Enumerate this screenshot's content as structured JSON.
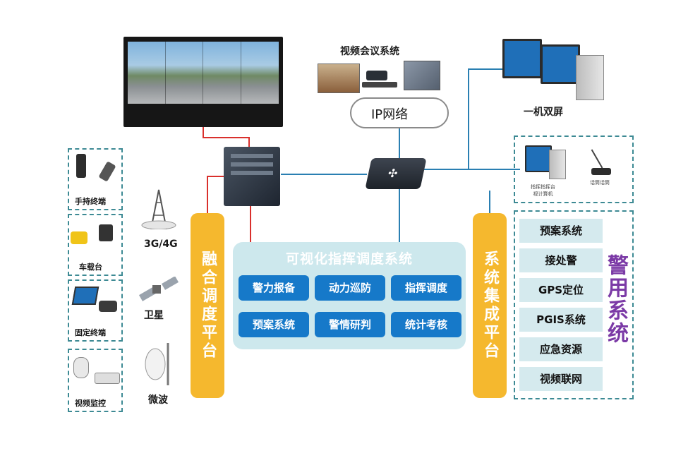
{
  "diagram": {
    "video_conference_label": "视频会议系统",
    "ip_network_label": "IP网络",
    "dual_screen_label": "一机双屏",
    "dispatch_pc_label": "指挥指挥台\n视计算机",
    "microphone_label": "话筒话筒",
    "left_devices": {
      "handheld_label": "手持终端",
      "vehicle_label": "车载台",
      "fixed_label": "固定终端",
      "video_monitor_label": "视频监控"
    },
    "links_labels": {
      "cellular_label": "3G/4G",
      "satellite_label": "卫星",
      "microwave_label": "微波"
    },
    "fusion_platform_label": "融合调度平台",
    "integration_platform_label": "系统集成平台",
    "central_system": {
      "title": "可视化指挥调度系统",
      "modules": [
        "警力报备",
        "动力巡防",
        "指挥调度",
        "预案系统",
        "警情研判",
        "统计考核"
      ]
    },
    "police_system": {
      "title": "警用系统",
      "items": [
        "预案系统",
        "接处警",
        "GPS定位",
        "PGIS系统",
        "应急资源",
        "视频联网"
      ]
    },
    "colors": {
      "platform": "#f5b82e",
      "module": "#1679c9",
      "central_bg": "#cde8ed",
      "police_title": "#7b3aa6",
      "link_red": "#d9302c",
      "link_blue": "#2a7fb2"
    }
  }
}
